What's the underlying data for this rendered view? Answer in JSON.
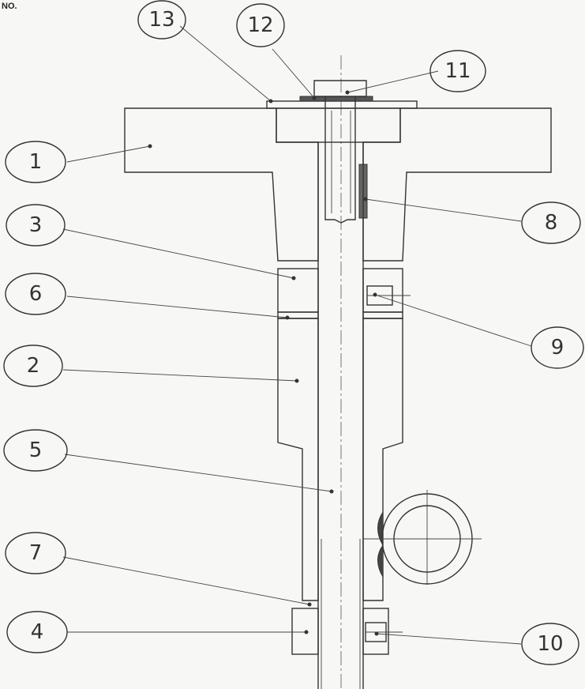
{
  "title_block": {
    "corner_text": "NO."
  },
  "callouts": [
    {
      "id": "13",
      "label": "13"
    },
    {
      "id": "12",
      "label": "12"
    },
    {
      "id": "11",
      "label": "11"
    },
    {
      "id": "1",
      "label": "1"
    },
    {
      "id": "8",
      "label": "8"
    },
    {
      "id": "3",
      "label": "3"
    },
    {
      "id": "6",
      "label": "6"
    },
    {
      "id": "9",
      "label": "9"
    },
    {
      "id": "2",
      "label": "2"
    },
    {
      "id": "5",
      "label": "5"
    },
    {
      "id": "7",
      "label": "7"
    },
    {
      "id": "4",
      "label": "4"
    },
    {
      "id": "10",
      "label": "10"
    }
  ],
  "colors": {
    "ink": "#333333",
    "paper": "#f7f7f5"
  }
}
